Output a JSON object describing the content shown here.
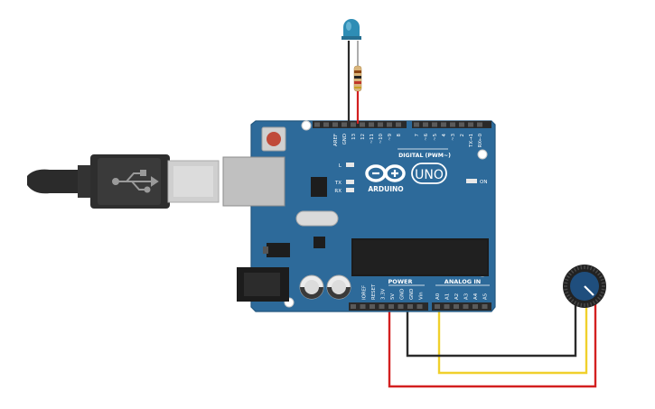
{
  "board": {
    "brand": "ARDUINO",
    "model": "UNO",
    "digital_header_label": "DIGITAL (PWM~)",
    "power_label": "POWER",
    "analog_label": "ANALOG IN",
    "top_pins": [
      "AREF",
      "GND",
      "13",
      "12",
      "~11",
      "~10",
      "~9",
      "8",
      "7",
      "~6",
      "~5",
      "4",
      "~3",
      "2",
      "TX→1",
      "RX←0"
    ],
    "bottom_pins": [
      "IOREF",
      "RESET",
      "3.3V",
      "5V",
      "GND",
      "GND",
      "Vin",
      "A0",
      "A1",
      "A2",
      "A3",
      "A4",
      "A5"
    ],
    "led_labels": {
      "l": "L",
      "tx": "TX",
      "rx": "RX",
      "on": "ON"
    }
  },
  "colors": {
    "board": "#2d6a9a",
    "board_dark": "#24587f",
    "header": "#2a2a2a",
    "wire_red": "#d32020",
    "wire_black": "#2b2b2b",
    "wire_yellow": "#f0d02c",
    "led": "#2e8db5",
    "pot_body": "#1f4e7d"
  },
  "components": {
    "led": "blue-led",
    "resistor": "resistor",
    "potentiometer": "potentiometer",
    "usb_cable": "usb-cable"
  }
}
